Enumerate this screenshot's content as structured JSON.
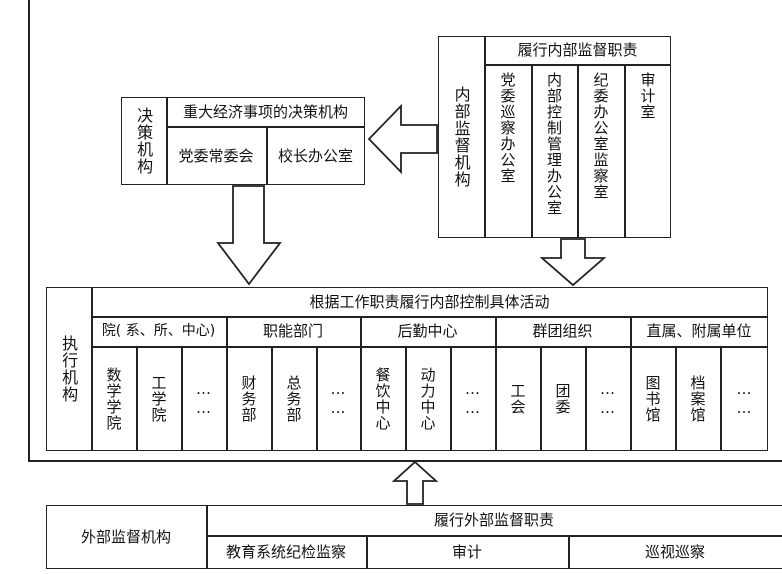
{
  "decision": {
    "side_label": "决策机构",
    "title": "重大经济事项的决策机构",
    "items": [
      "党委常委会",
      "校长办公室"
    ]
  },
  "internal": {
    "side_label": "内部监督机构",
    "title": "履行内部监督职责",
    "items": [
      "党委巡察办公室",
      "内部控制管理办公室",
      "纪委办公室监察室",
      "审计室"
    ]
  },
  "execution": {
    "side_label": "执行机构",
    "title": "根据工作职责履行内部控制具体活动",
    "groups": [
      {
        "label": "院( 系、所、中心)",
        "items": [
          "数学学院",
          "工学院",
          "……"
        ]
      },
      {
        "label": "职能部门",
        "items": [
          "财务部",
          "总务部",
          "……"
        ]
      },
      {
        "label": "后勤中心",
        "items": [
          "餐饮中心",
          "动力中心",
          "……"
        ]
      },
      {
        "label": "群团组织",
        "items": [
          "工会",
          "团委",
          "……"
        ]
      },
      {
        "label": "直属、附属单位",
        "items": [
          "图书馆",
          "档案馆",
          "……"
        ]
      }
    ]
  },
  "external": {
    "side_label": "外部监督机构",
    "title": "履行外部监督职责",
    "items": [
      "教育系统纪检监察",
      "审计",
      "巡视巡察"
    ]
  }
}
